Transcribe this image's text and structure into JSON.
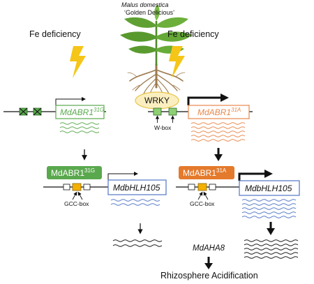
{
  "species": "Malus domestica",
  "cultivar": "‘Golden Delicious’",
  "stress_label": "Fe deficiency",
  "wrky_label": "WRKY",
  "wbox_label": "W-box",
  "gcc_label": "GCC-box",
  "abr_gene": {
    "name": "MdABR1",
    "allele_g": "31G",
    "allele_a": "31A"
  },
  "bhlh_gene": "MdbHLH105",
  "target_gene": "MdAHA8",
  "outcome": "Rhizosphere Acidification",
  "colors": {
    "green": "#5aa84e",
    "green_light": "#8fcf74",
    "orange": "#e8874a",
    "orange_dark": "#e47a2c",
    "blue": "#4f76c4",
    "wrky_fill": "#fbefc0",
    "wrky_border": "#e8c44a",
    "gcc_fill": "#f4b000",
    "bolt": "#f5c518"
  }
}
